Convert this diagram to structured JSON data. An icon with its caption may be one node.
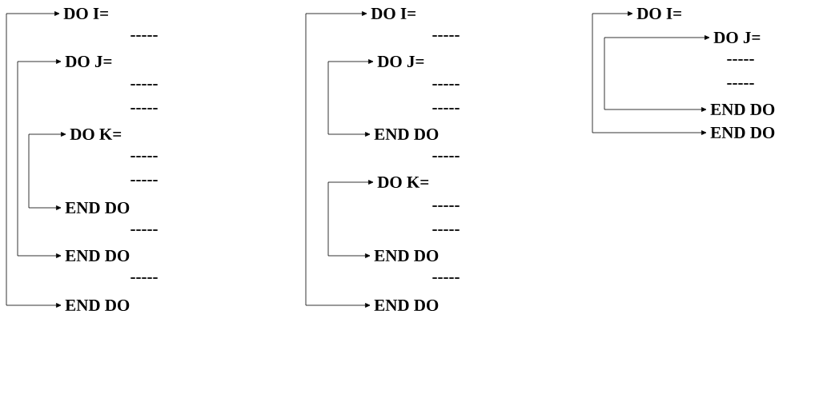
{
  "diagram": {
    "nodes": [
      {
        "text": [
          "DO  I="
        ]
      },
      {
        "text": [
          "DO  J="
        ]
      },
      {
        "text": [
          "DO  K="
        ]
      },
      {
        "text": [
          "END DO"
        ]
      },
      {
        "text": [
          "END DO"
        ]
      },
      {
        "text": [
          "END DO"
        ]
      },
      {
        "text": [
          "DO  I="
        ]
      },
      {
        "text": [
          "DO  J="
        ]
      },
      {
        "text": [
          "END DO"
        ]
      },
      {
        "text": [
          "DO  K="
        ]
      },
      {
        "text": [
          "END DO"
        ]
      },
      {
        "text": [
          "END DO"
        ]
      },
      {
        "text": [
          "DO  I="
        ]
      },
      {
        "text": [
          "DO  J="
        ]
      },
      {
        "text": [
          "END DO"
        ]
      },
      {
        "text": [
          "END DO"
        ]
      }
    ],
    "edges": [
      {
        "from": 0,
        "to": 5,
        "arrow": "both"
      },
      {
        "from": 1,
        "to": 4,
        "arrow": "both"
      },
      {
        "from": 2,
        "to": 3,
        "arrow": "both"
      },
      {
        "from": 6,
        "to": 11,
        "arrow": "both"
      },
      {
        "from": 7,
        "to": 8,
        "arrow": "both"
      },
      {
        "from": 9,
        "to": 10,
        "arrow": "both"
      },
      {
        "from": 12,
        "to": 15,
        "arrow": "both"
      },
      {
        "from": 13,
        "to": 14,
        "arrow": "both"
      }
    ],
    "labels": [
      "-----",
      "-----",
      "-----",
      "-----",
      "-----",
      "-----",
      "-----",
      "-----",
      "-----",
      "-----",
      "-----",
      "-----",
      "-----",
      "-----",
      "-----",
      "-----"
    ]
  }
}
